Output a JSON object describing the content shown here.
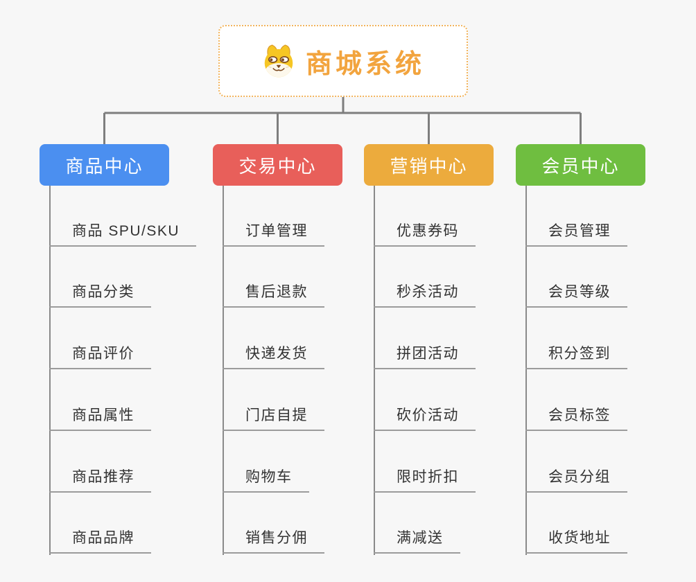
{
  "root": {
    "title": "商城系统",
    "icon": "doge-icon"
  },
  "branches": [
    {
      "label": "商品中心",
      "color": "#4b8ff0",
      "children": [
        "商品 SPU/SKU",
        "商品分类",
        "商品评价",
        "商品属性",
        "商品推荐",
        "商品品牌"
      ]
    },
    {
      "label": "交易中心",
      "color": "#e85f5a",
      "children": [
        "订单管理",
        "售后退款",
        "快递发货",
        "门店自提",
        "购物车",
        "销售分佣"
      ]
    },
    {
      "label": "营销中心",
      "color": "#ecab3d",
      "children": [
        "优惠券码",
        "秒杀活动",
        "拼团活动",
        "砍价活动",
        "限时折扣",
        "满减送"
      ]
    },
    {
      "label": "会员中心",
      "color": "#6fbe40",
      "children": [
        "会员管理",
        "会员等级",
        "积分签到",
        "会员标签",
        "会员分组",
        "收货地址"
      ]
    }
  ],
  "colors": {
    "background": "#f7f7f7",
    "root_text": "#f2a43e",
    "root_border": "#f2b45c",
    "connector": "#7e7e7e",
    "leaf_underline": "#9b9b9b",
    "leaf_text": "#333333"
  }
}
